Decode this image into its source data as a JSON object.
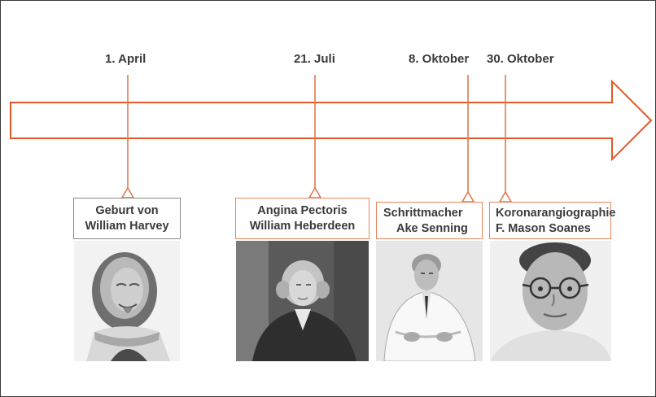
{
  "timeline": {
    "colors": {
      "arrow": "#e2592a",
      "connector": "#e07a50",
      "text": "#3a3a3a",
      "gray_border": "#8a8a8a",
      "orange_border": "#e8845a"
    },
    "events": [
      {
        "date": "1. April",
        "line1": "Geburt von",
        "line2": "William Harvey",
        "portrait": "portrait of William Harvey"
      },
      {
        "date": "21. Juli",
        "line1": "Angina Pectoris",
        "line2": "William Heberdeen",
        "portrait": "portrait of William Heberden"
      },
      {
        "date": "8. Oktober",
        "line1": "Schrittmacher",
        "line2": "Ake Senning",
        "portrait": "portrait of Ake Senning"
      },
      {
        "date": "30. Oktober",
        "line1": "Koronarangiographie",
        "line2": "F. Mason Soanes",
        "portrait": "portrait of F. Mason Sones"
      }
    ]
  }
}
